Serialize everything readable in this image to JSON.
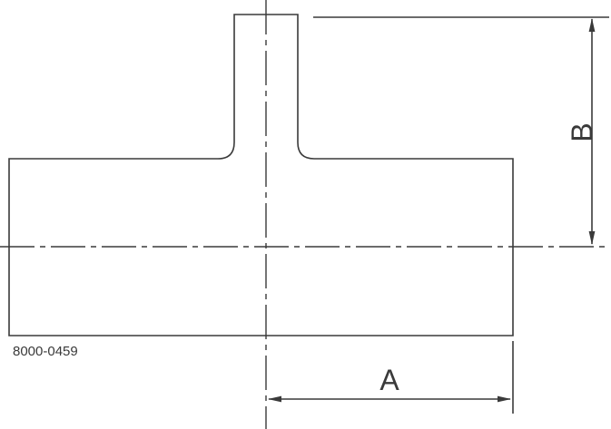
{
  "drawing": {
    "type": "engineering-dimension-drawing",
    "subject": "reducing tee fitting, front view with centerlines",
    "part_number": "8000-0459",
    "dimensions": {
      "a_label": "A",
      "b_label": "B"
    },
    "line_color": "#3a3a3a"
  }
}
